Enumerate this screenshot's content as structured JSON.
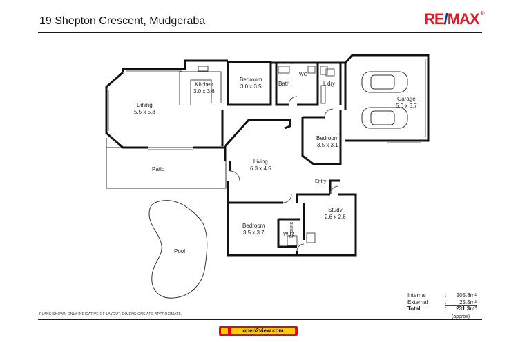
{
  "header": {
    "address": "19 Shepton Crescent, Mudgeraba"
  },
  "brand": {
    "re": "RE",
    "slash": "/",
    "max": "MAX",
    "reg": "®",
    "red": "#dc1c2e",
    "blue": "#003da5"
  },
  "rooms": {
    "kitchen": {
      "name": "Kitchen",
      "dims": "3.0 x 3.6"
    },
    "bedroom_top": {
      "name": "Bedroom",
      "dims": "3.0 x 3.5"
    },
    "bath": {
      "name": "Bath"
    },
    "wc": {
      "name": "WC"
    },
    "laundry": {
      "name": "L'dry"
    },
    "garage": {
      "name": "Garage",
      "dims": "5.6 x 5.7"
    },
    "dining": {
      "name": "Dining",
      "dims": "5.5 x 5.3"
    },
    "bedroom_mid": {
      "name": "Bedroom",
      "dims": "3.5 x 3.1"
    },
    "living": {
      "name": "Living",
      "dims": "6.3 x 4.5"
    },
    "patio": {
      "name": "Patio"
    },
    "entry": {
      "name": "Entry"
    },
    "study": {
      "name": "Study",
      "dims": "2.6 x 2.6"
    },
    "bedroom_bottom": {
      "name": "Bedroom",
      "dims": "3.5 x 3.7"
    },
    "wir": {
      "name": "WIR"
    },
    "ensuite": {
      "name": "Ensuite"
    },
    "pool": {
      "name": "Pool"
    }
  },
  "areas": {
    "internal": {
      "label": "Internal",
      "sep": ":",
      "value": "205.8m²"
    },
    "external": {
      "label": "External",
      "sep": ":",
      "value": "25.5m²"
    },
    "total": {
      "label": "Total",
      "sep": ":",
      "value": "231.3m²"
    },
    "approx": "(approx)"
  },
  "disclaimer": "PLANS SHOWN ONLY INDICATIVE OF LAYOUT.  DIMENSIONS ARE APPROXIMATE.",
  "footer": {
    "badge_text": "open2view.com",
    "badge_color": "#e30613",
    "badge_accent": "#ffcc00"
  }
}
